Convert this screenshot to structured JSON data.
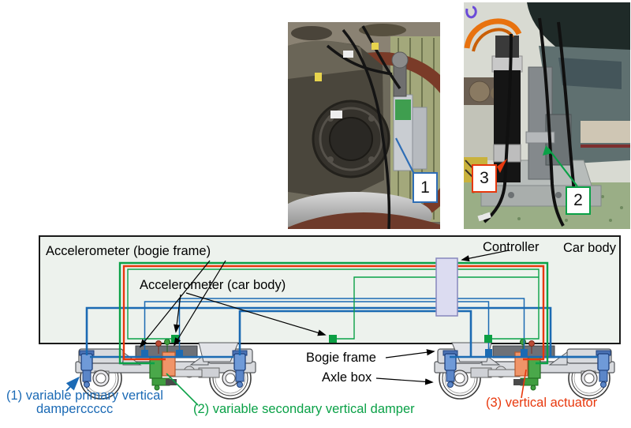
{
  "figure": {
    "diagram": {
      "labels": {
        "accel_bogie": "Accelerometer (bogie frame)",
        "accel_car": "Accelerometer (car body)",
        "controller": "Controller",
        "car_body": "Car body",
        "bogie_frame": "Bogie frame",
        "axle_box": "Axle box"
      },
      "legend": {
        "item1_line1": "(1) variable primary vertical",
        "item1_line2": "damperccccc",
        "item2": "(2) variable secondary vertical damper",
        "item3": "(3) vertical actuator"
      },
      "colors": {
        "primary_damper_blue": "#1b6ab3",
        "secondary_damper_green": "#0aa147",
        "actuator_red": "#e8380d",
        "controller_fill": "#dcdcf1",
        "car_body_fill": "#edf2ed"
      }
    },
    "photos": {
      "photo1": {
        "tag": "1"
      },
      "photo2": {
        "tag_actuator": "3",
        "tag_damper": "2"
      }
    }
  }
}
